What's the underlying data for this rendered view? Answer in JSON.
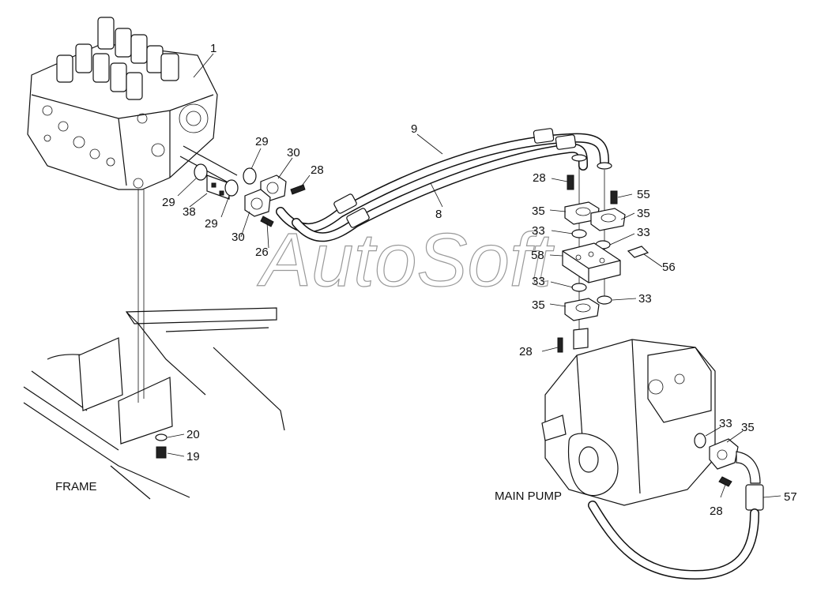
{
  "watermark": "AutoSoft",
  "labels": {
    "frame": "FRAME",
    "main_pump": "MAIN PUMP"
  },
  "callouts": [
    "1",
    "9",
    "8",
    "29",
    "30",
    "28",
    "29",
    "38",
    "29",
    "30",
    "26",
    "28",
    "55",
    "35",
    "35",
    "33",
    "33",
    "58",
    "56",
    "33",
    "33",
    "35",
    "28",
    "20",
    "19",
    "33",
    "35",
    "28",
    "57"
  ],
  "colors": {
    "line": "#111111",
    "background": "#ffffff",
    "watermark": "#999999"
  }
}
